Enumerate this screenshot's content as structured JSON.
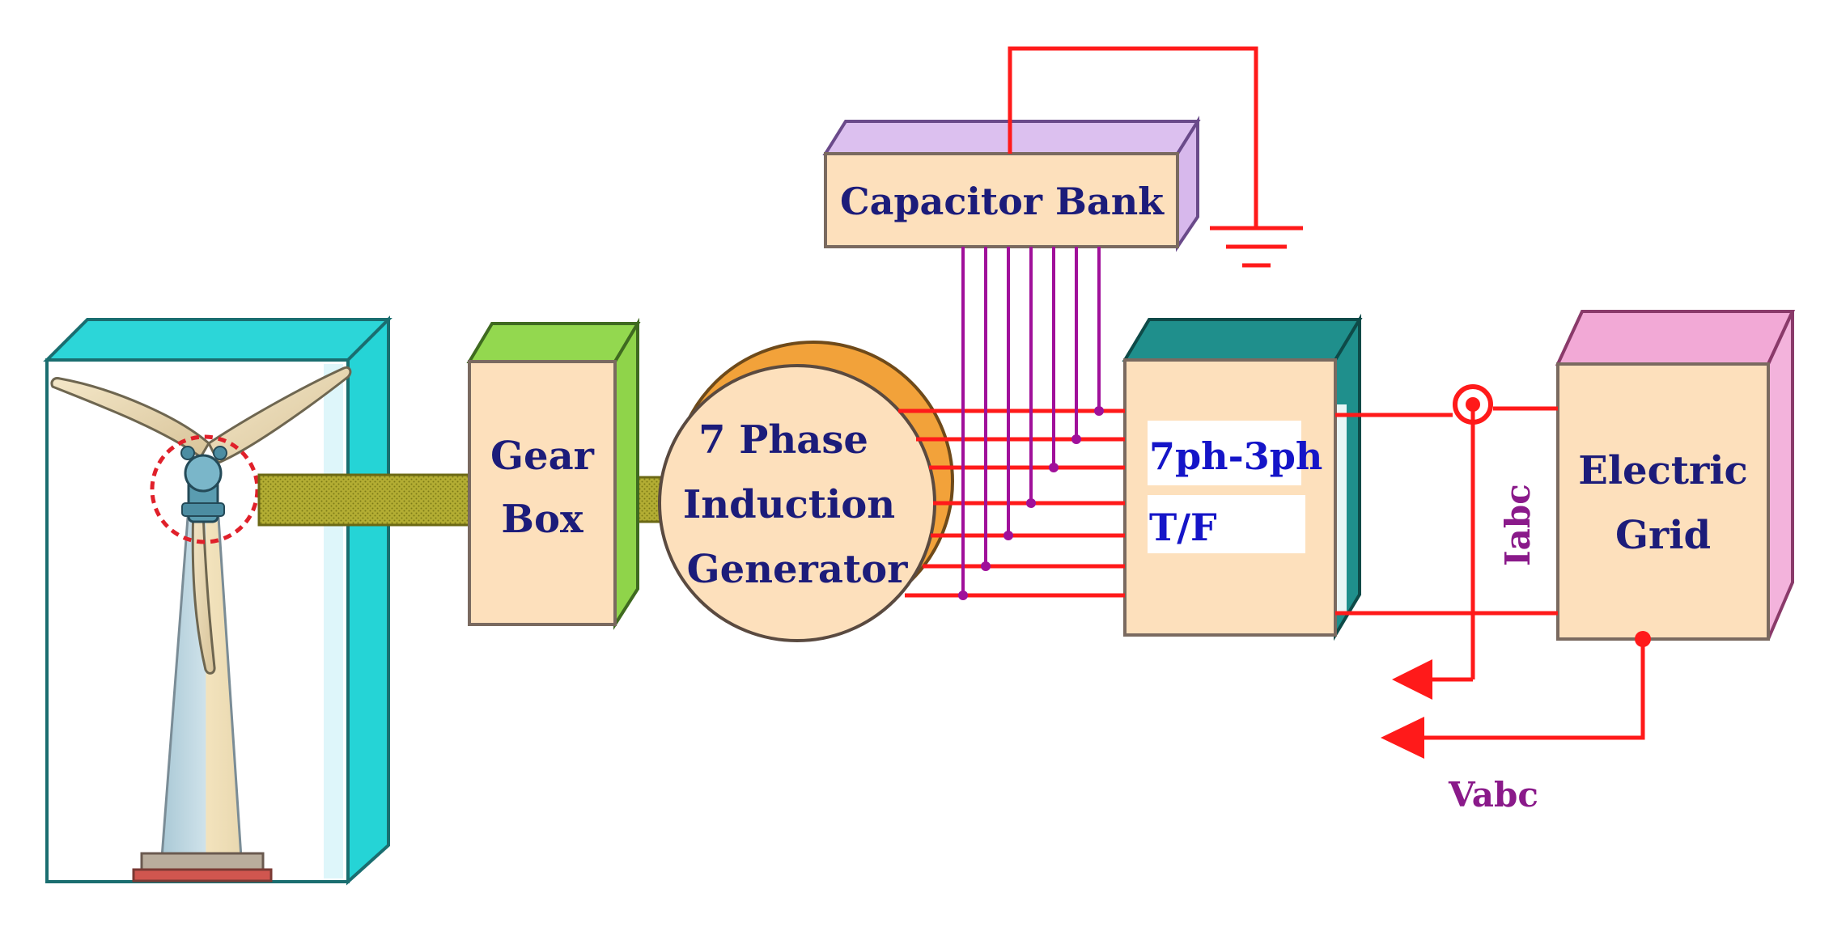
{
  "blocks": {
    "capacitor_bank": "Capacitor Bank",
    "gear_box": [
      "Gear",
      "Box"
    ],
    "generator": [
      "7 Phase",
      "Induction",
      "Generator"
    ],
    "transformer": [
      "7ph-3ph",
      "T/F"
    ],
    "grid": [
      "Electric",
      "Grid"
    ]
  },
  "signals": {
    "current": "Iabc",
    "voltage": "Vabc"
  },
  "colors": {
    "wire": "#ff1a1a",
    "capacitor_wire": "#a0109a",
    "label_navy": "#1c1c7a",
    "label_blue": "#1515c8",
    "label_purple": "#8a1a8a",
    "box_face": "#fde0bc",
    "box_face_border": "#7a6a60",
    "wind_frame": "#2cd6d8",
    "gear_side": "#8fd44a",
    "cap_frame": "#dcc0ef",
    "tf_side": "#1f8f8c",
    "grid_frame": "#f2a9d6",
    "generator_ring": "#f2a23a",
    "shaft": "#a6a02a"
  }
}
